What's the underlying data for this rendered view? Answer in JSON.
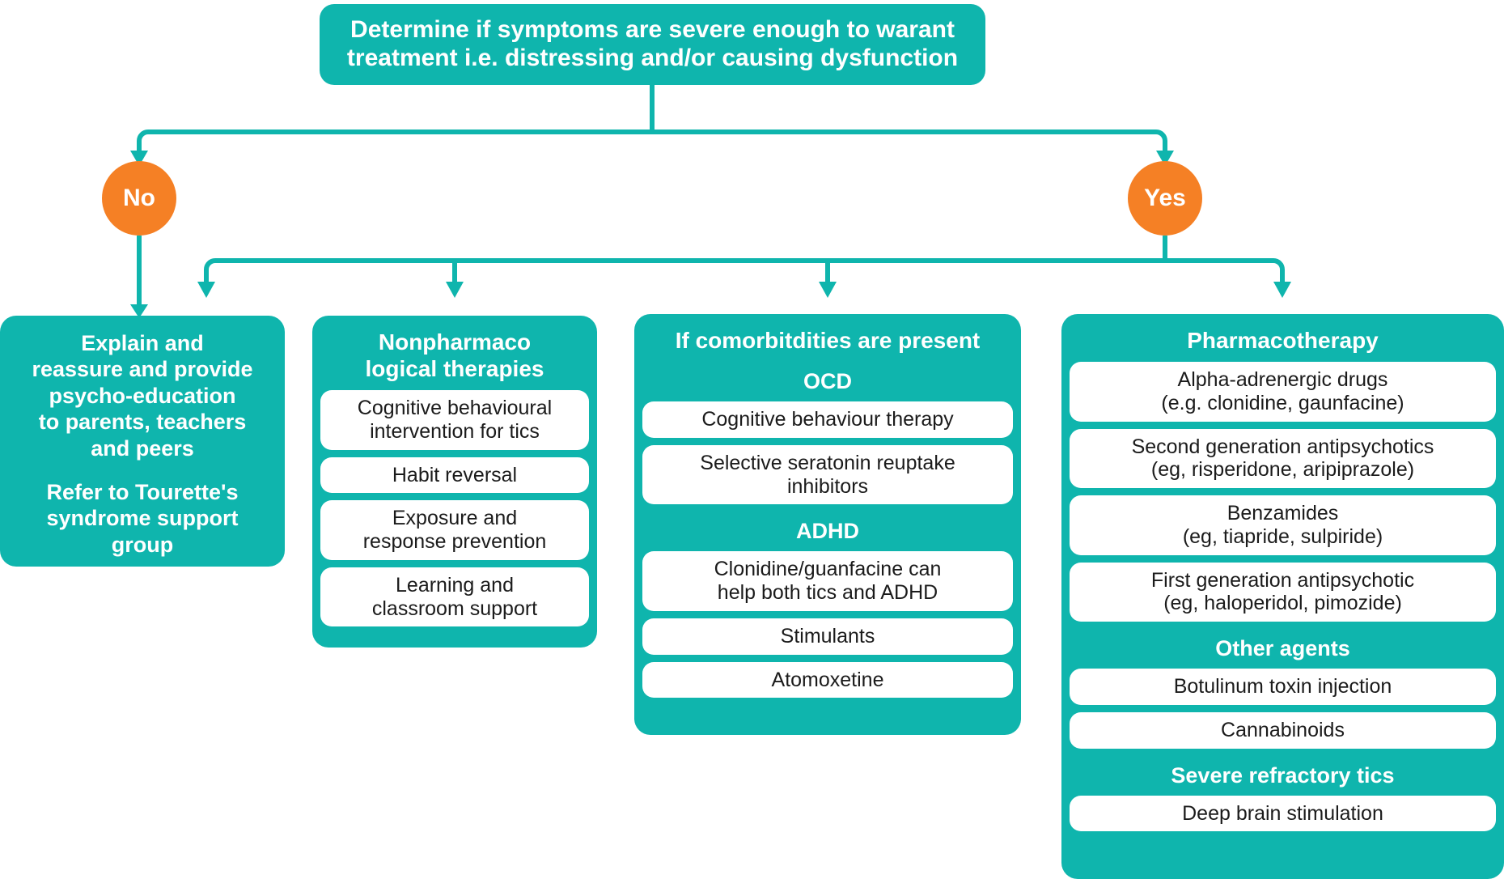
{
  "colors": {
    "teal": "#0FB5AD",
    "orange": "#F58025",
    "pill_bg": "#FFFFFF",
    "pill_text": "#1B1B1B"
  },
  "top": {
    "text": "Determine if symptoms are severe enough to warant treatment i.e. distressing and/or causing dysfunction"
  },
  "decisions": {
    "no": "No",
    "yes": "Yes"
  },
  "columns": [
    {
      "id": "supportive-care",
      "title": "Explain and\nreassure and provide\npsycho-education\nto parents, teachers\nand peers",
      "title2": "Refer to Tourette's\nsyndrome support\ngroup",
      "items": []
    },
    {
      "id": "nonpharmacological-therapies",
      "title": "Nonpharmaco\nlogical therapies",
      "items": [
        "Cognitive behavioural\nintervention for tics",
        "Habit reversal",
        "Exposure and\nresponse prevention",
        "Learning and\nclassroom support"
      ]
    },
    {
      "id": "comorbidities",
      "title": "If comorbitdities are present",
      "groups": [
        {
          "heading": "OCD",
          "items": [
            "Cognitive behaviour therapy",
            "Selective seratonin reuptake\ninhibitors"
          ]
        },
        {
          "heading": "ADHD",
          "items": [
            "Clonidine/guanfacine can\nhelp both tics and ADHD",
            "Stimulants",
            "Atomoxetine"
          ]
        }
      ]
    },
    {
      "id": "pharmacotherapy",
      "title": "Pharmacotherapy",
      "items": [
        "Alpha-adrenergic drugs\n(e.g. clonidine, gaunfacine)",
        "Second generation antipsychotics\n(eg, risperidone, aripiprazole)",
        "Benzamides\n(eg, tiapride, sulpiride)",
        "First generation antipsychotic\n(eg, haloperidol, pimozide)"
      ],
      "groups": [
        {
          "heading": "Other agents",
          "items": [
            "Botulinum toxin injection",
            "Cannabinoids"
          ]
        },
        {
          "heading": "Severe refractory tics",
          "items": [
            "Deep brain stimulation"
          ]
        }
      ]
    }
  ]
}
